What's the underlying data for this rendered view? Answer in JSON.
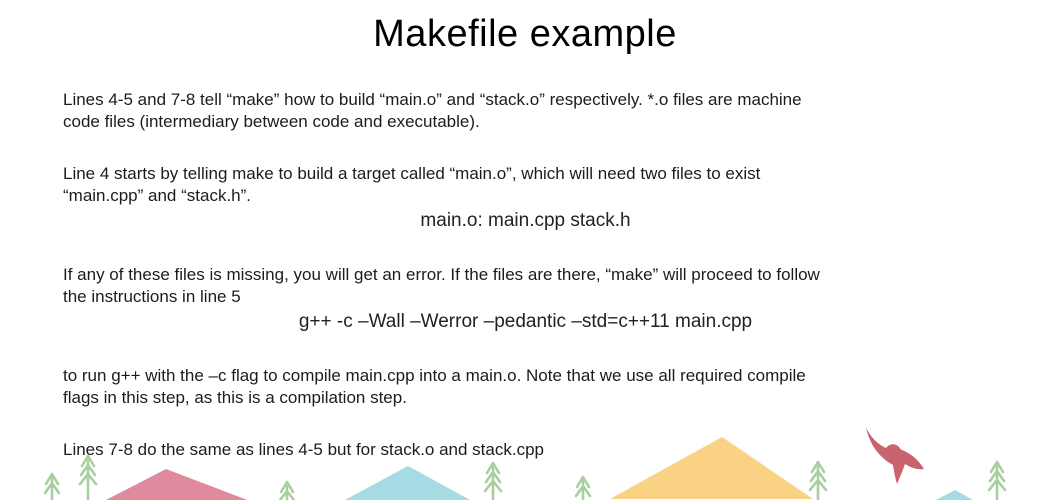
{
  "title": "Makefile example",
  "paragraphs": {
    "p1": "Lines 4-5 and 7-8 tell “make” how to build “main.o” and “stack.o” respectively. *.o files are machine\ncode files (intermediary between code and executable).",
    "p2": "Line 4 starts by telling make to build a target called “main.o”, which will need two files to exist\n“main.cpp” and “stack.h”.",
    "code1": "main.o: main.cpp stack.h",
    "p3": "If any of these files is missing, you will get an error. If the files are there, “make” will proceed to follow\nthe instructions in line 5",
    "code2": "g++ -c –Wall –Werror –pedantic –std=c++11 main.cpp",
    "p4": "to run g++ with the –c flag to compile main.cpp into a main.o.  Note that we use all required compile\nflags in this step, as this is a compilation step.",
    "p5": "Lines 7-8 do the same as lines 4-5 but for stack.o and stack.cpp"
  },
  "decor": {
    "colors": {
      "mountain_pink": "#df8a9d",
      "mountain_blue": "#a6dbe4",
      "mountain_yellow": "#f9d283",
      "tree_green": "#a9cfa0",
      "bird_red": "#c9646f"
    }
  }
}
